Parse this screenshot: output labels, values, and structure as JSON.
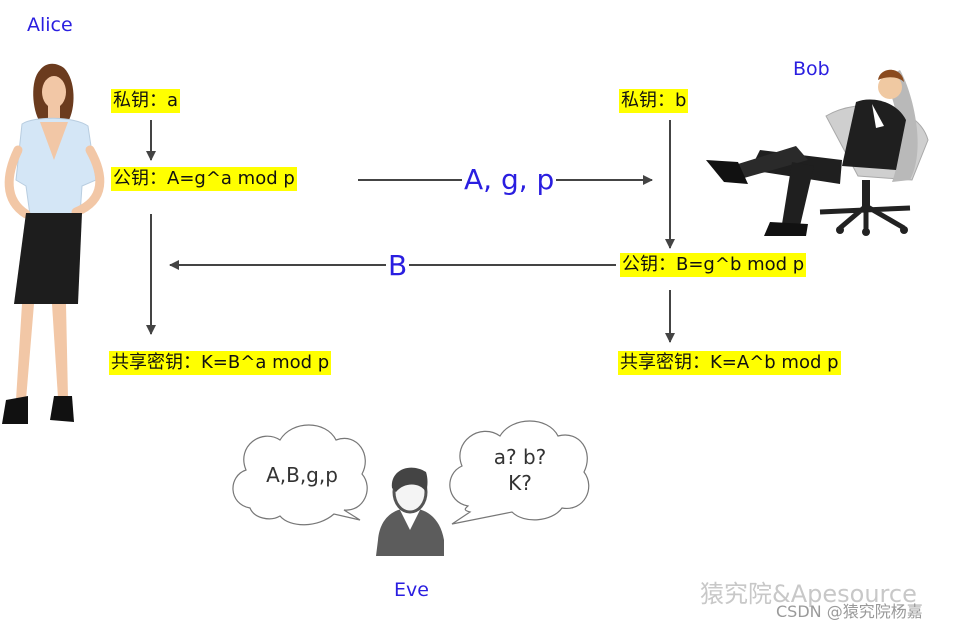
{
  "alice": {
    "name": "Alice",
    "private_key": "私钥：a",
    "public_key": "公钥：A=g^a mod p",
    "shared_key": "共享密钥：K=B^a mod p"
  },
  "bob": {
    "name": "Bob",
    "private_key": "私钥：b",
    "public_key": "公钥：B=g^b mod p",
    "shared_key": "共享密钥：K=A^b mod p"
  },
  "channel": {
    "to_bob": "A, g, p",
    "to_alice": "B"
  },
  "eve": {
    "name": "Eve",
    "knows": "A,B,g,p",
    "unknown": "a?  b?\nK?"
  },
  "watermark": {
    "main": "猿究院&Apesource",
    "csdn": "CSDN @猿究院杨嘉"
  },
  "colors": {
    "highlight": "#ffff00",
    "label_blue": "#2a1ee0",
    "arrow": "#444444"
  }
}
